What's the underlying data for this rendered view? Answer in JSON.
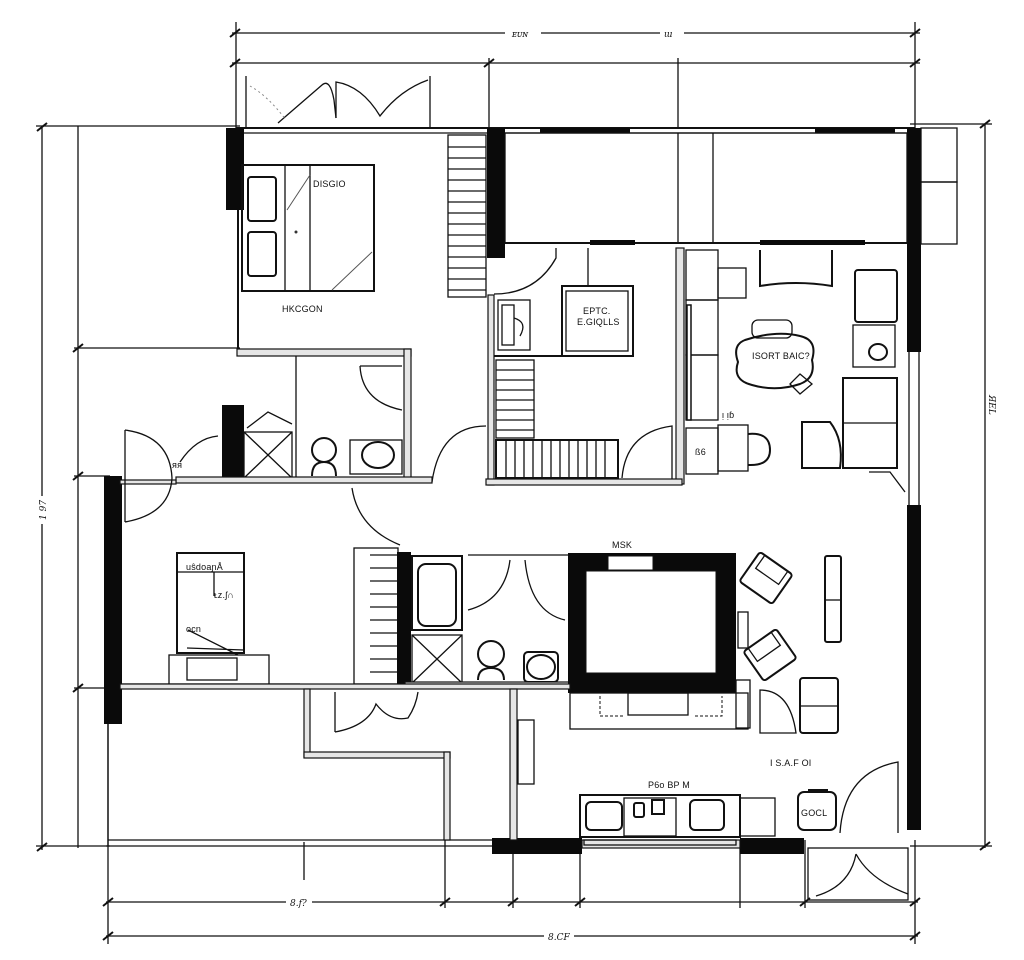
{
  "drawing": {
    "type": "architectural floor plan sketch",
    "colors": {
      "ink": "#111111",
      "paper": "#ffffff",
      "wall_fill": "#0a0a0a",
      "partition_fill": "#e6e6e6"
    }
  },
  "dimensions": {
    "top_overall": [
      "ᴇᴜɴ",
      "ɯ"
    ],
    "bottom_segment": "8.f?",
    "bottom_overall": "8.CF",
    "left_overall": "1 97",
    "right_overall": "ЯEL"
  },
  "room_labels": {
    "upper_left_bed": "DISGIO",
    "upper_left_room": "HKCGON",
    "center_upper_box_line1": "EPTC.",
    "center_upper_box_line2": "E.GIQLLS",
    "dining_table": "ISORT BAIC?",
    "closet_note": "ß6",
    "lower_left_bed_head": "uŝdoaɲÅ",
    "lower_left_bed_note": "ᴌᴢ.ʃ∩",
    "lower_left_bed_note2": "ocn",
    "entry_note": "ᴙᴙ",
    "core_label": "MSK",
    "kitchen_label": "P6o BP M",
    "living_label": "I S.A.F OI",
    "stove_label": "GOCL",
    "stair_note": "ᴉ ᴉɓ"
  }
}
